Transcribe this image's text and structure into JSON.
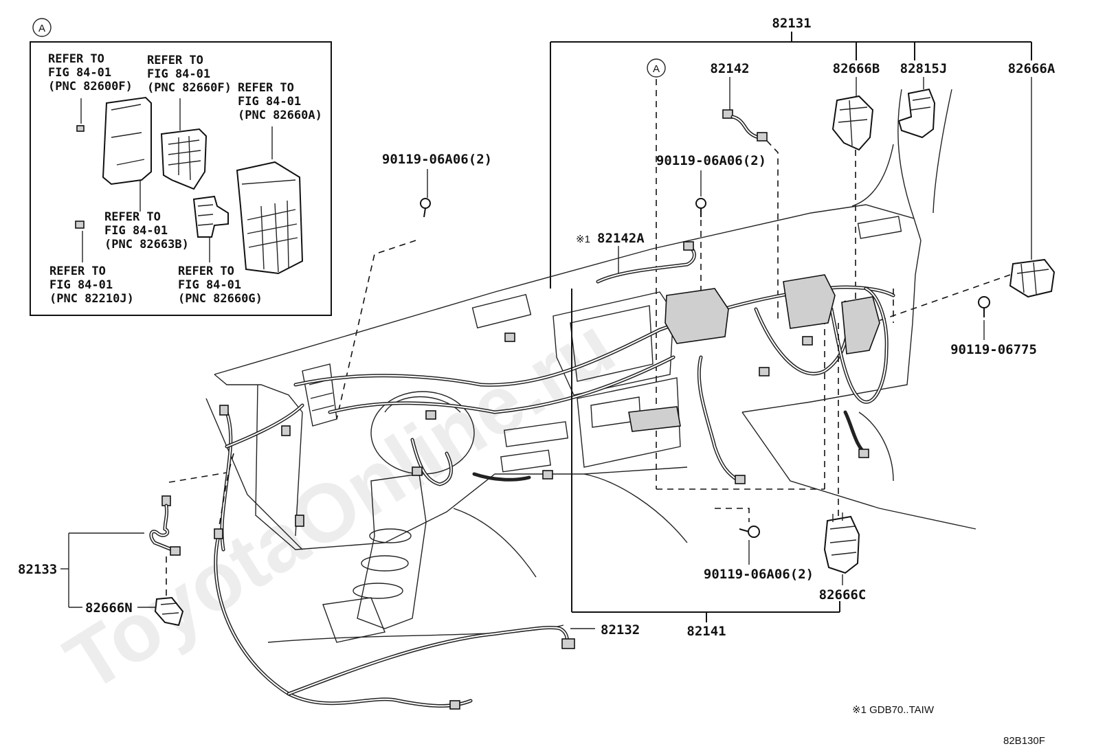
{
  "watermark": "ToyotaOnline.ru",
  "inset": {
    "marker": "A",
    "callouts": [
      {
        "id": "ref-82600F",
        "lines": [
          "REFER TO",
          "FIG 84-01",
          "(PNC 82600F)"
        ]
      },
      {
        "id": "ref-82660F",
        "lines": [
          "REFER TO",
          "FIG 84-01",
          "(PNC 82660F)"
        ]
      },
      {
        "id": "ref-82660A",
        "lines": [
          "REFER TO",
          "FIG 84-01",
          "(PNC 82660A)"
        ]
      },
      {
        "id": "ref-82663B",
        "lines": [
          "REFER TO",
          "FIG 84-01",
          "(PNC 82663B)"
        ]
      },
      {
        "id": "ref-82210J",
        "lines": [
          "REFER TO",
          "FIG 84-01",
          "(PNC 82210J)"
        ]
      },
      {
        "id": "ref-82660G",
        "lines": [
          "REFER TO",
          "FIG 84-01",
          "(PNC 82660G)"
        ]
      }
    ]
  },
  "labels": {
    "p82131": "82131",
    "marker_a": "A",
    "p82142": "82142",
    "p82666B": "82666B",
    "p82815J": "82815J",
    "p82666A": "82666A",
    "bolt_left": "90119-06A06(2)",
    "bolt_mid": "90119-06A06(2)",
    "note_mark": "※1",
    "p82142A": "82142A",
    "bolt_right": "90119-06775",
    "p82133": "82133",
    "p82666N": "82666N",
    "p82132": "82132",
    "bolt_bottom": "90119-06A06(2)",
    "p82666C": "82666C",
    "p82141": "82141",
    "footnote": "※1 GDB70..TAIW",
    "diagram_code": "82B130F"
  }
}
